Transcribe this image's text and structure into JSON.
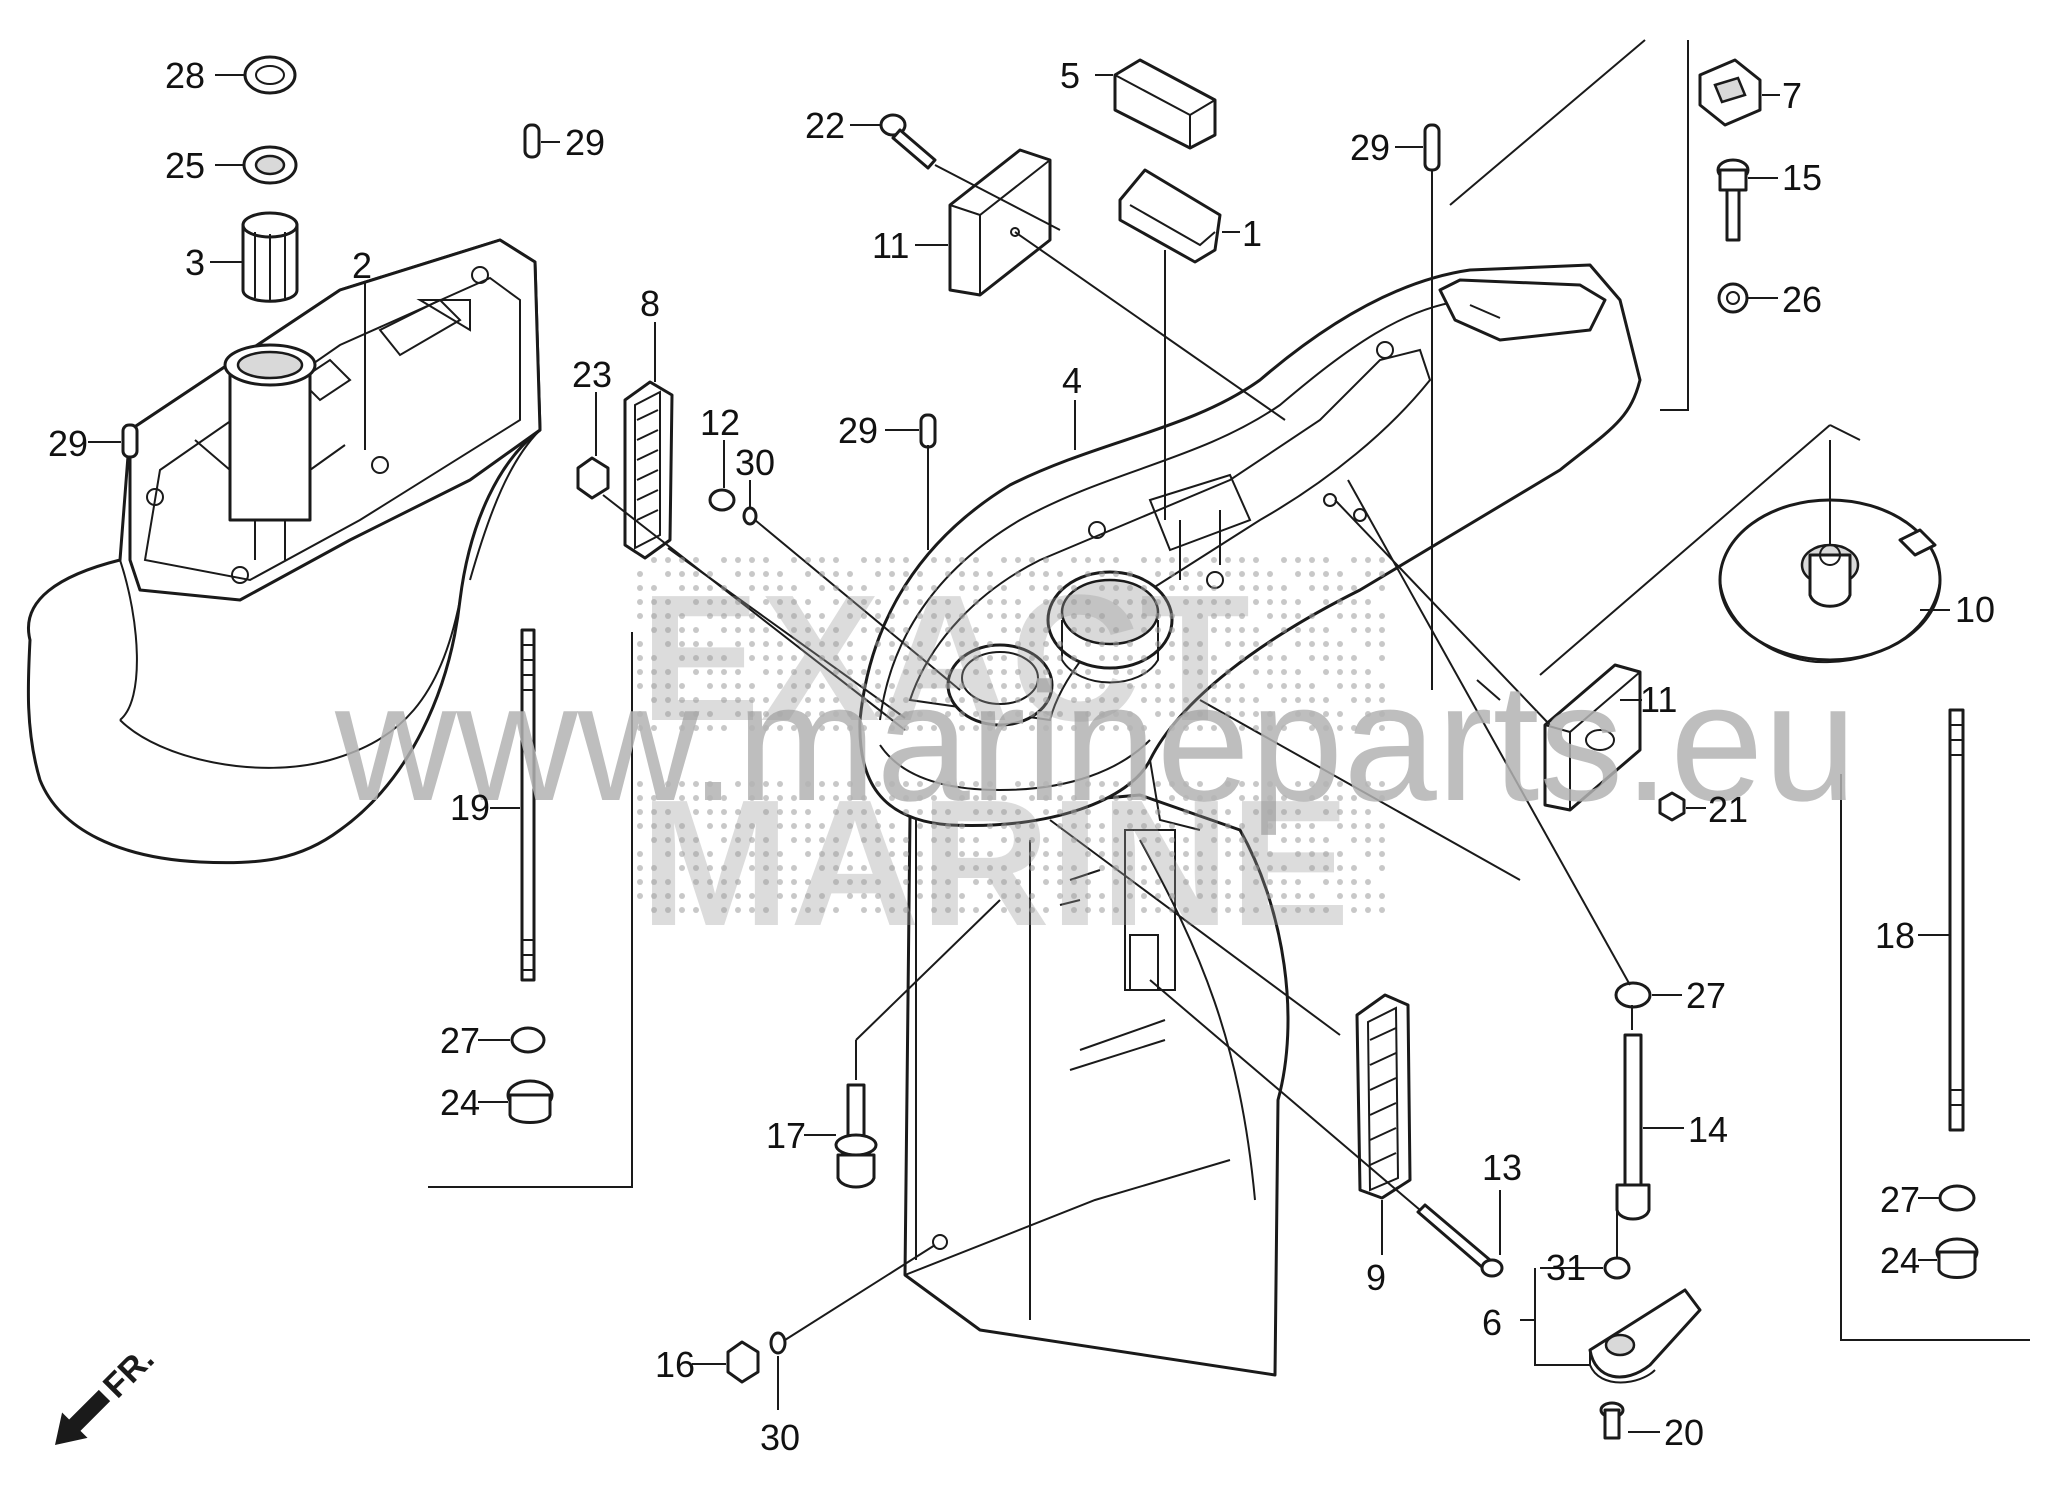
{
  "diagram": {
    "watermark_url": "www.marineparts.eu",
    "watermark_logo_top": "EXACT",
    "watermark_logo_bottom": "MARINE",
    "direction_label": "FR.",
    "callouts": [
      {
        "id": "c28a",
        "num": "28",
        "part": "ring"
      },
      {
        "id": "c25",
        "num": "25",
        "part": "seal"
      },
      {
        "id": "c3",
        "num": "3",
        "part": "bushing"
      },
      {
        "id": "c2",
        "num": "2",
        "part": "mount"
      },
      {
        "id": "c29a",
        "num": "29",
        "part": "dowel-pin"
      },
      {
        "id": "c29b",
        "num": "29",
        "part": "dowel-pin"
      },
      {
        "id": "c23",
        "num": "23",
        "part": "nut"
      },
      {
        "id": "c8",
        "num": "8",
        "part": "screen"
      },
      {
        "id": "c12",
        "num": "12",
        "part": "plug"
      },
      {
        "id": "c30a",
        "num": "30",
        "part": "washer"
      },
      {
        "id": "c29c",
        "num": "29",
        "part": "dowel-pin"
      },
      {
        "id": "c22",
        "num": "22",
        "part": "bolt"
      },
      {
        "id": "c5",
        "num": "5",
        "part": "block"
      },
      {
        "id": "c11a",
        "num": "11",
        "part": "plate"
      },
      {
        "id": "c1",
        "num": "1",
        "part": "seal-strip"
      },
      {
        "id": "c4",
        "num": "4",
        "part": "gear-case"
      },
      {
        "id": "c29d",
        "num": "29",
        "part": "dowel-pin"
      },
      {
        "id": "c7",
        "num": "7",
        "part": "cap"
      },
      {
        "id": "c15",
        "num": "15",
        "part": "screw"
      },
      {
        "id": "c26",
        "num": "26",
        "part": "washer"
      },
      {
        "id": "c10",
        "num": "10",
        "part": "cover"
      },
      {
        "id": "c11b",
        "num": "11",
        "part": "plate"
      },
      {
        "id": "c21",
        "num": "21",
        "part": "nut"
      },
      {
        "id": "c19",
        "num": "19",
        "part": "stud"
      },
      {
        "id": "c27a",
        "num": "27",
        "part": "washer"
      },
      {
        "id": "c24a",
        "num": "24",
        "part": "nut"
      },
      {
        "id": "c17",
        "num": "17",
        "part": "bolt"
      },
      {
        "id": "c27b",
        "num": "27",
        "part": "washer"
      },
      {
        "id": "c14",
        "num": "14",
        "part": "bolt"
      },
      {
        "id": "c18",
        "num": "18",
        "part": "stud"
      },
      {
        "id": "c13",
        "num": "13",
        "part": "screw"
      },
      {
        "id": "c9",
        "num": "9",
        "part": "screen"
      },
      {
        "id": "c31",
        "num": "31",
        "part": "washer"
      },
      {
        "id": "c6",
        "num": "6",
        "part": "anode"
      },
      {
        "id": "c27c",
        "num": "27",
        "part": "washer"
      },
      {
        "id": "c24b",
        "num": "24",
        "part": "nut"
      },
      {
        "id": "c16",
        "num": "16",
        "part": "nut"
      },
      {
        "id": "c30b",
        "num": "30",
        "part": "washer"
      },
      {
        "id": "c20",
        "num": "20",
        "part": "bolt"
      }
    ]
  }
}
